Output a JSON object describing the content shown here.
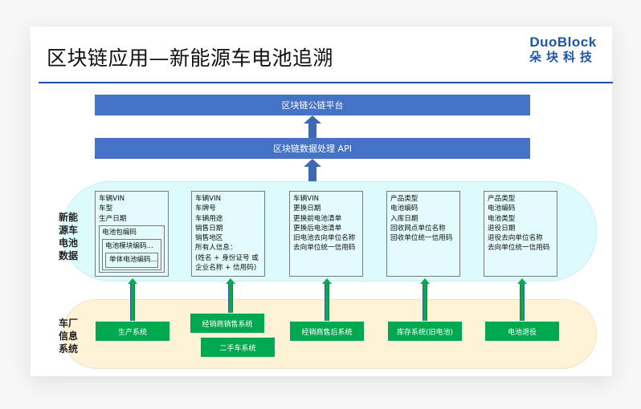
{
  "title": "区块链应用—新能源车电池追溯",
  "logo": {
    "en": "DuoBlock",
    "cn": "朵块科技"
  },
  "colors": {
    "platform_blue": "#4472c4",
    "system_green": "#00a84f",
    "data_band": "#ddfafd",
    "system_band": "#fff3d6",
    "logo_blue": "#1d56a8"
  },
  "layers": {
    "platform": "区块链公链平台",
    "api": "区块链数据处理 API"
  },
  "data_band": {
    "label": [
      "新能",
      "源车",
      "电池",
      "数据"
    ],
    "boxes": [
      {
        "lines": [
          "车辆VIN",
          "车型",
          "生产日期"
        ],
        "nested": {
          "label": "电池包编码",
          "module": "电池模块编码...",
          "cell": "单体电池编码..."
        }
      },
      {
        "lines": [
          "车辆VIN",
          "车牌号",
          "车辆用途",
          "销售日期",
          "销售地区",
          "所有人信息：",
          "(姓名 + 身份证号 或",
          "企业名称 + 信用码)"
        ]
      },
      {
        "lines": [
          "车辆VIN",
          "更换日期",
          "更换前电池清单",
          "更换后电池清单",
          "旧电池去向单位名称",
          "去向单位统一信用码"
        ]
      },
      {
        "lines": [
          "产品类型",
          "电池编码",
          "入库日期",
          "回收网点单位名称",
          "回收单位统一信用码"
        ]
      },
      {
        "lines": [
          "产品类型",
          "电池编码",
          "电池类型",
          "退役日期",
          "退役去向单位名称",
          "去向单位统一信用码"
        ]
      }
    ]
  },
  "system_band": {
    "label": [
      "车厂",
      "信息",
      "系统"
    ],
    "systems": [
      "生产系统",
      "经销商销售系统",
      "二手车系统",
      "经销商售后系统",
      "库存系统(旧电池)",
      "电池退役"
    ]
  }
}
